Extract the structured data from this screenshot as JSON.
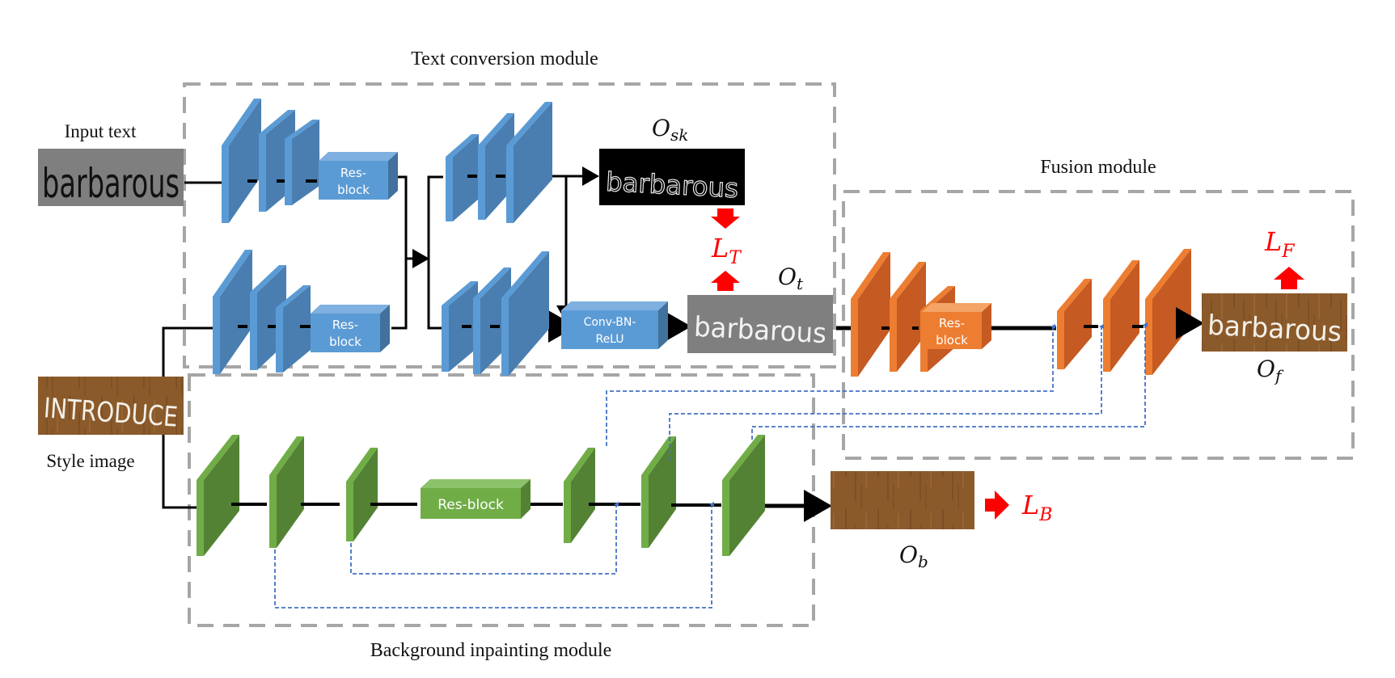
{
  "modules": {
    "text_conversion": "Text conversion module",
    "fusion": "Fusion module",
    "background_inpainting": "Background inpainting module"
  },
  "inputs": {
    "input_text_label": "Input text",
    "input_text_word": "barbarous",
    "style_image_label": "Style image",
    "style_image_word": "INTRODUCE"
  },
  "blocks": {
    "res_block_line1": "Res-",
    "res_block_line2": "block",
    "res_block_green": "Res-block",
    "conv_line1": "Conv-BN-",
    "conv_line2": "ReLU"
  },
  "outputs": {
    "o_sk": {
      "symbol": "O",
      "sub": "sk",
      "word": "barbarous"
    },
    "o_t": {
      "symbol": "O",
      "sub": "t",
      "word": "barbarous"
    },
    "o_f": {
      "symbol": "O",
      "sub": "f",
      "word": "barbarous"
    },
    "o_b": {
      "symbol": "O",
      "sub": "b"
    }
  },
  "losses": {
    "l_t": {
      "symbol": "L",
      "sub": "T"
    },
    "l_f": {
      "symbol": "L",
      "sub": "F"
    },
    "l_b": {
      "symbol": "L",
      "sub": "B"
    }
  },
  "colors": {
    "blue_front": "#5b9bd5",
    "blue_side": "#41719c",
    "blue_face": "#4a7eb0",
    "green_front": "#70ad47",
    "green_face": "#548235",
    "orange_front": "#ed7d31",
    "orange_face": "#c55a22",
    "loss_red": "#ff0000",
    "skip_blue": "#4472c4",
    "wood": "#8a5a2b"
  }
}
